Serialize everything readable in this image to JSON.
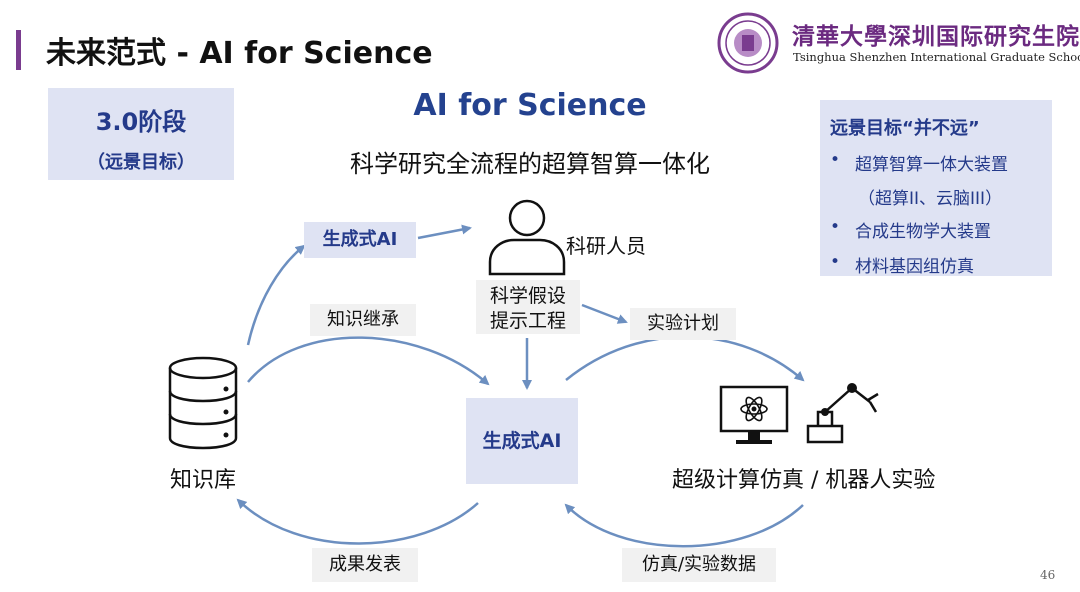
{
  "header": {
    "title": "未来范式 - AI for Science",
    "school_cn": "清華大學深圳国际研究生院",
    "school_en": "Tsinghua Shenzhen International Graduate School",
    "logo_icon": "tsinghua-seal-icon"
  },
  "stage": {
    "label": "3.0阶段",
    "sublabel": "（远景目标）"
  },
  "main": {
    "title": "AI for Science",
    "subtitle": "科学研究全流程的超算智算一体化"
  },
  "goal": {
    "title": "远景目标“并不远”",
    "items": [
      "超算智算一体大装置",
      "（超算II、云脑III）",
      "合成生物学大装置",
      "材料基因组仿真"
    ]
  },
  "diagram": {
    "gen_ai_top": "生成式AI",
    "researcher": "科研人员",
    "hypothesis_line1": "科学假设",
    "hypothesis_line2": "提示工程",
    "knowledge_inherit": "知识继承",
    "experiment_plan": "实验计划",
    "knowledge_base": "知识库",
    "gen_ai_center": "生成式AI",
    "sim_robot": "超级计算仿真 / 机器人实验",
    "results_publish": "成果发表",
    "sim_data": "仿真/实验数据"
  },
  "colors": {
    "accent_blue": "#24428f",
    "label_bg": "#dfe3f3",
    "arrow": "#6c8fc0",
    "brand_purple": "#6b2a80"
  },
  "page_number": "46"
}
